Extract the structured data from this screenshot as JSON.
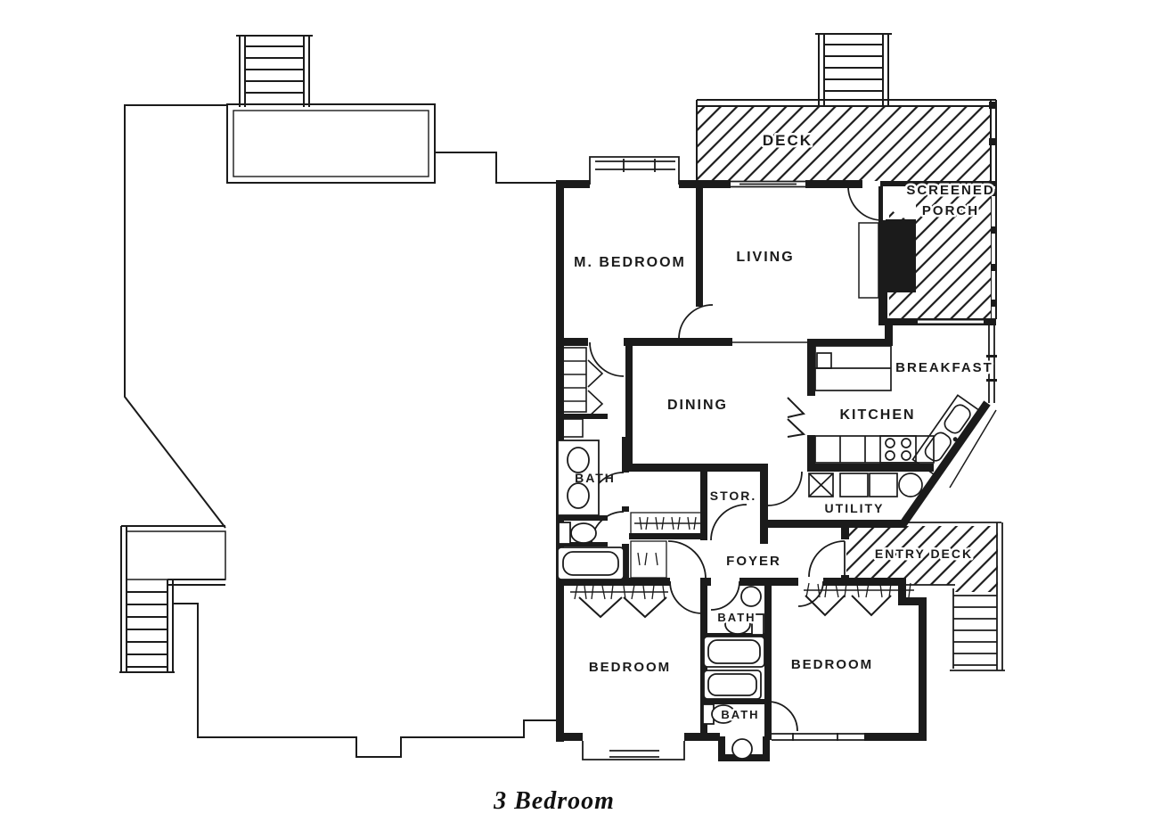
{
  "page": {
    "background": "#ffffff",
    "ink": "#1b1b1b"
  },
  "caption": "3 Bedroom",
  "rooms": {
    "deck": "DECK",
    "screened_porch_line1": "SCREENED",
    "screened_porch_line2": "PORCH",
    "master_bedroom": "M. BEDROOM",
    "living": "LIVING",
    "breakfast": "BREAKFAST",
    "dining": "DINING",
    "kitchen": "KITCHEN",
    "master_bath": "BATH",
    "storage": "STOR.",
    "utility": "UTILITY",
    "foyer": "FOYER",
    "entry_deck": "ENTRY DECK",
    "hall_bath": "BATH",
    "bedroom_left": "BEDROOM",
    "bedroom_right": "BEDROOM",
    "guest_bath": "BATH"
  }
}
